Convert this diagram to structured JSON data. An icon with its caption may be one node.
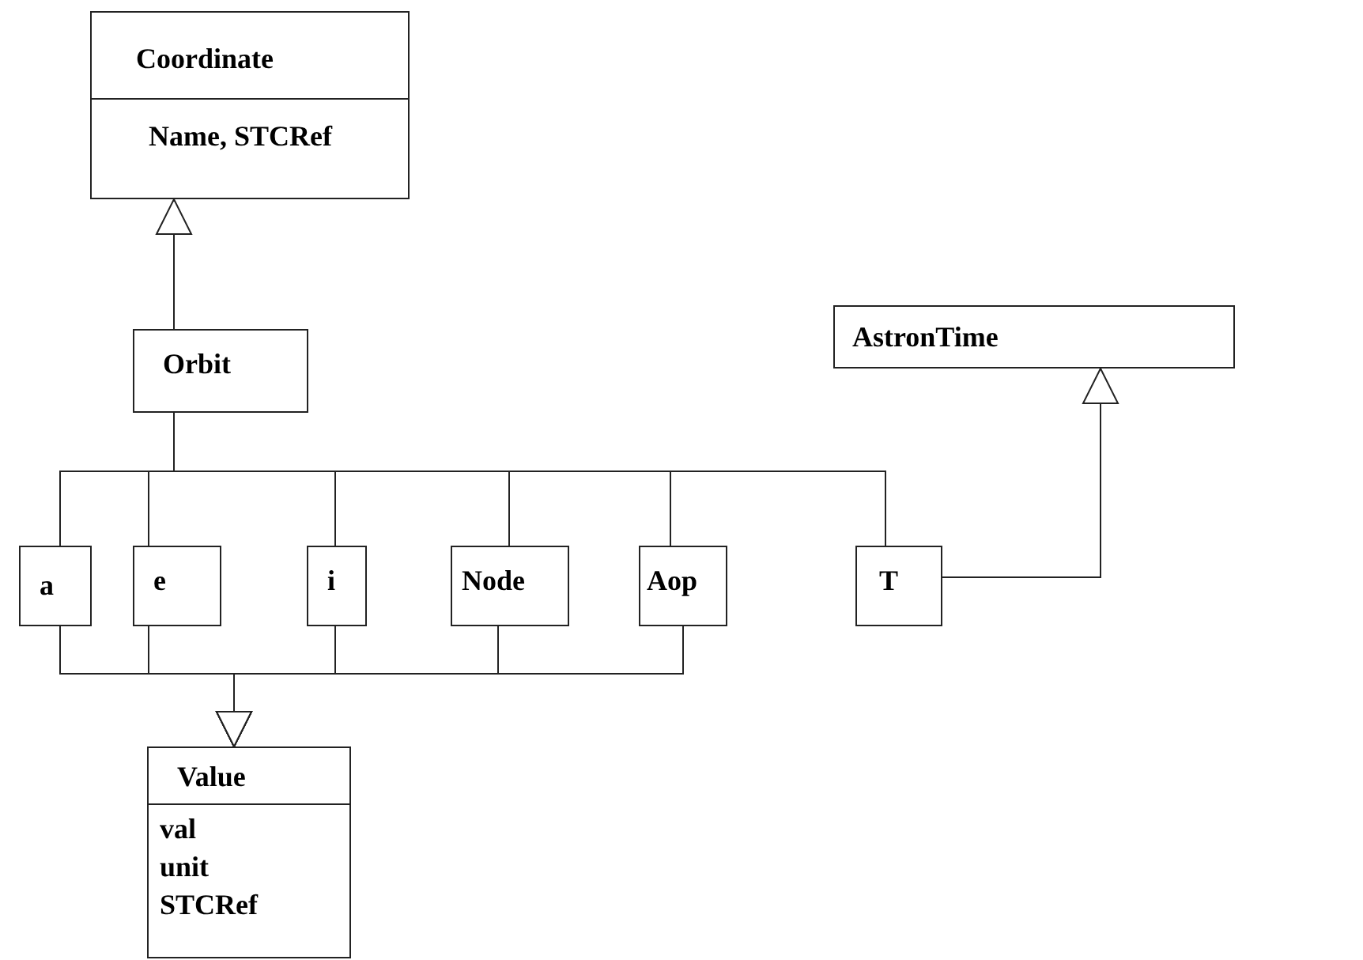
{
  "diagram": {
    "nodes": [
      {
        "text": [
          "Coordinate",
          "Name, STCRef"
        ]
      },
      {
        "text": [
          "Orbit"
        ]
      },
      {
        "text": [
          "AstronTime"
        ]
      },
      {
        "text": [
          "a"
        ]
      },
      {
        "text": [
          "e"
        ]
      },
      {
        "text": [
          "i"
        ]
      },
      {
        "text": [
          "Node"
        ]
      },
      {
        "text": [
          "Aop"
        ]
      },
      {
        "text": [
          "T"
        ]
      },
      {
        "text": [
          "Value",
          "val",
          "unit",
          "STCRef"
        ]
      }
    ],
    "edges": [
      {
        "from": 1,
        "to": 0,
        "arrow": "to"
      },
      {
        "from": 1,
        "to": 3,
        "arrow": "none"
      },
      {
        "from": 1,
        "to": 4,
        "arrow": "none"
      },
      {
        "from": 1,
        "to": 5,
        "arrow": "none"
      },
      {
        "from": 1,
        "to": 6,
        "arrow": "none"
      },
      {
        "from": 1,
        "to": 7,
        "arrow": "none"
      },
      {
        "from": 1,
        "to": 8,
        "arrow": "none"
      },
      {
        "from": 3,
        "to": 9,
        "arrow": "to"
      },
      {
        "from": 4,
        "to": 9,
        "arrow": "to"
      },
      {
        "from": 5,
        "to": 9,
        "arrow": "to"
      },
      {
        "from": 6,
        "to": 9,
        "arrow": "to"
      },
      {
        "from": 7,
        "to": 9,
        "arrow": "to"
      },
      {
        "from": 8,
        "to": 2,
        "arrow": "to"
      }
    ]
  }
}
